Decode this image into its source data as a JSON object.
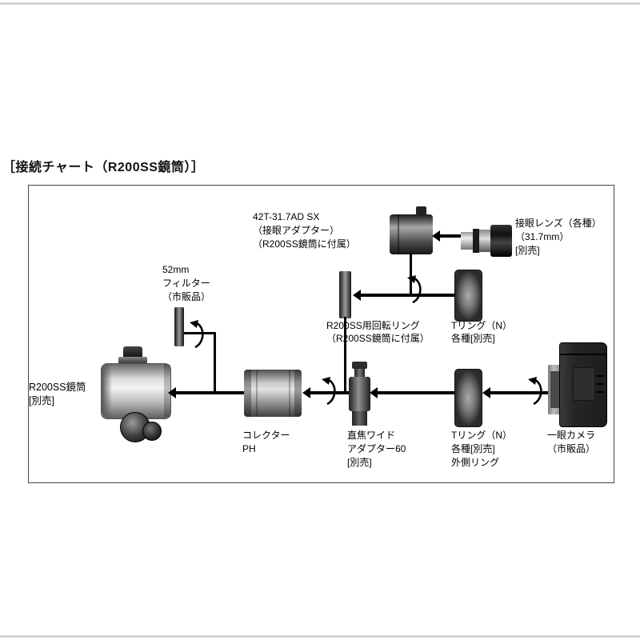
{
  "page": {
    "title": "［接続チャート（R200SS鏡筒）］"
  },
  "diagram": {
    "frame_color": "#444444",
    "line_color": "#000000",
    "labels": {
      "adapter": {
        "lines": [
          "42T-31.7AD SX",
          "（接眼アダプター）",
          "（R200SS鏡筒に付属）"
        ]
      },
      "eyepiece": {
        "lines": [
          "接眼レンズ（各種）",
          "（31.7mm）",
          "[別売]"
        ]
      },
      "filter": {
        "lines": [
          "52mm",
          "フィルター",
          "（市販品）"
        ]
      },
      "rotation_ring": {
        "lines": [
          "R200SS用回転リング",
          "（R200SS鏡筒に付属）"
        ]
      },
      "t_ring_top": {
        "lines": [
          "Tリング（N）",
          "各種[別売]"
        ]
      },
      "scope": {
        "lines": [
          "R200SS鏡筒",
          "[別売]"
        ]
      },
      "collector": {
        "lines": [
          "コレクター",
          "PH"
        ]
      },
      "wide_adapter": {
        "lines": [
          "直焦ワイド",
          "アダプター60",
          "[別売]"
        ]
      },
      "t_ring_bottom": {
        "lines": [
          "Tリング（N）",
          "各種[別売]",
          "外側リング"
        ]
      },
      "camera": {
        "lines": [
          "一眼カメラ",
          "（市販品）"
        ]
      }
    }
  }
}
